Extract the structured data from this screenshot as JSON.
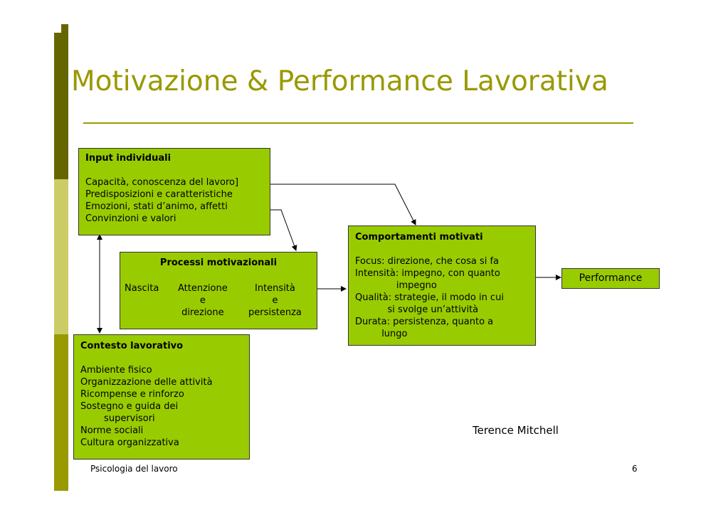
{
  "slide": {
    "title": "Motivazione & Performance Lavorativa",
    "footer": "Psicologia del lavoro",
    "page_number": "6",
    "author": "Terence Mitchell"
  },
  "input": {
    "title": "Input individuali",
    "items": [
      "Capacità, conoscenza del lavoro]",
      "Predisposizioni e caratteristiche",
      "Emozioni, stati d’animo, affetti",
      "Convinzioni e valori"
    ]
  },
  "processi": {
    "title": "Processi motivazionali",
    "col1": [
      "Nascita"
    ],
    "col2": [
      "Attenzione",
      "e",
      "direzione"
    ],
    "col3": [
      "Intensità",
      "e",
      "persistenza"
    ]
  },
  "contesto": {
    "title": "Contesto lavorativo",
    "items": [
      "Ambiente fisico",
      "Organizzazione delle attività",
      "Ricompense e rinforzo",
      "Sostegno e guida dei",
      "        supervisori",
      "Norme sociali",
      "Cultura organizzativa"
    ]
  },
  "comportamenti": {
    "title": "Comportamenti motivati",
    "items": [
      "Focus: direzione, che cosa si fa",
      "Intensità: impegno, con quanto",
      "              impegno",
      "Qualità: strategie, il modo in cui",
      "           si svolge un’attività",
      "Durata: persistenza, quanto a",
      "         lungo"
    ]
  },
  "performance": {
    "label": "Performance"
  },
  "colors": {
    "title": "#999900",
    "box_fill": "#99cc00",
    "bar_dark": "#666600",
    "bar_mid": "#999900",
    "bar_light": "#cccc66"
  }
}
